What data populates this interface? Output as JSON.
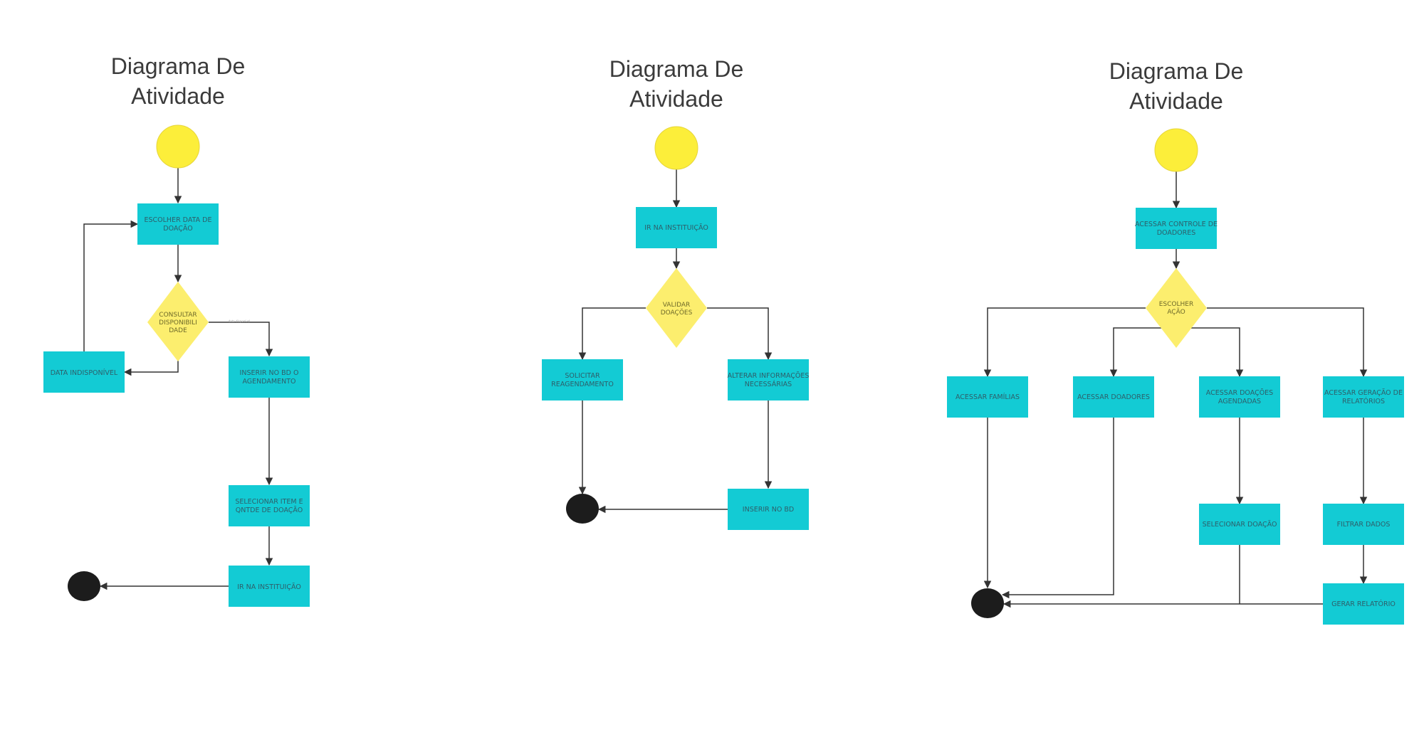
{
  "diagrams": [
    {
      "title_line1": "Diagrama De",
      "title_line2": "Atividade",
      "nodes": {
        "escolher_data": [
          "ESCOLHER DATA DE",
          "DOAÇÃO"
        ],
        "consultar": [
          "CONSULTAR",
          "DISPONIBILI",
          "DADE"
        ],
        "data_indisp": [
          "DATA INDISPONÍVEL"
        ],
        "inserir_bd": [
          "INSERIR NO BD O",
          "AGENDAMENTO"
        ],
        "selecionar_item": [
          "SELECIONAR ITEM E",
          "QNTDE DE DOAÇÃO"
        ],
        "ir_instituicao": [
          "IR NA INSTITUIÇÃO"
        ]
      },
      "edge_label": "data disponível"
    },
    {
      "title_line1": "Diagrama De",
      "title_line2": "Atividade",
      "nodes": {
        "ir_instituicao": [
          "IR NA INSTITUIÇÃO"
        ],
        "validar": [
          "VALIDAR",
          "DOAÇÕES"
        ],
        "solicitar": [
          "SOLICITAR",
          "REAGENDAMENTO"
        ],
        "alterar": [
          "ALTERAR INFORMAÇÕES",
          "NECESSÁRIAS"
        ],
        "inserir_bd": [
          "INSERIR NO BD"
        ]
      }
    },
    {
      "title_line1": "Diagrama De",
      "title_line2": "Atividade",
      "nodes": {
        "acessar_controle": [
          "ACESSAR CONTROLE DE",
          "DOADORES"
        ],
        "escolher_acao": [
          "ESCOLHER",
          "AÇÃO"
        ],
        "acessar_familias": [
          "ACESSAR FAMÍLIAS"
        ],
        "acessar_doadores": [
          "ACESSAR DOADORES"
        ],
        "acessar_doacoes": [
          "ACESSAR DOAÇÕES",
          "AGENDADAS"
        ],
        "acessar_geracao": [
          "ACESSAR GERAÇÃO DE",
          "RELATÓRIOS"
        ],
        "selecionar_doacao": [
          "SELECIONAR DOAÇÃO"
        ],
        "filtrar_dados": [
          "FILTRAR DADOS"
        ],
        "gerar_relatorio": [
          "GERAR RELATÓRIO"
        ]
      }
    }
  ]
}
